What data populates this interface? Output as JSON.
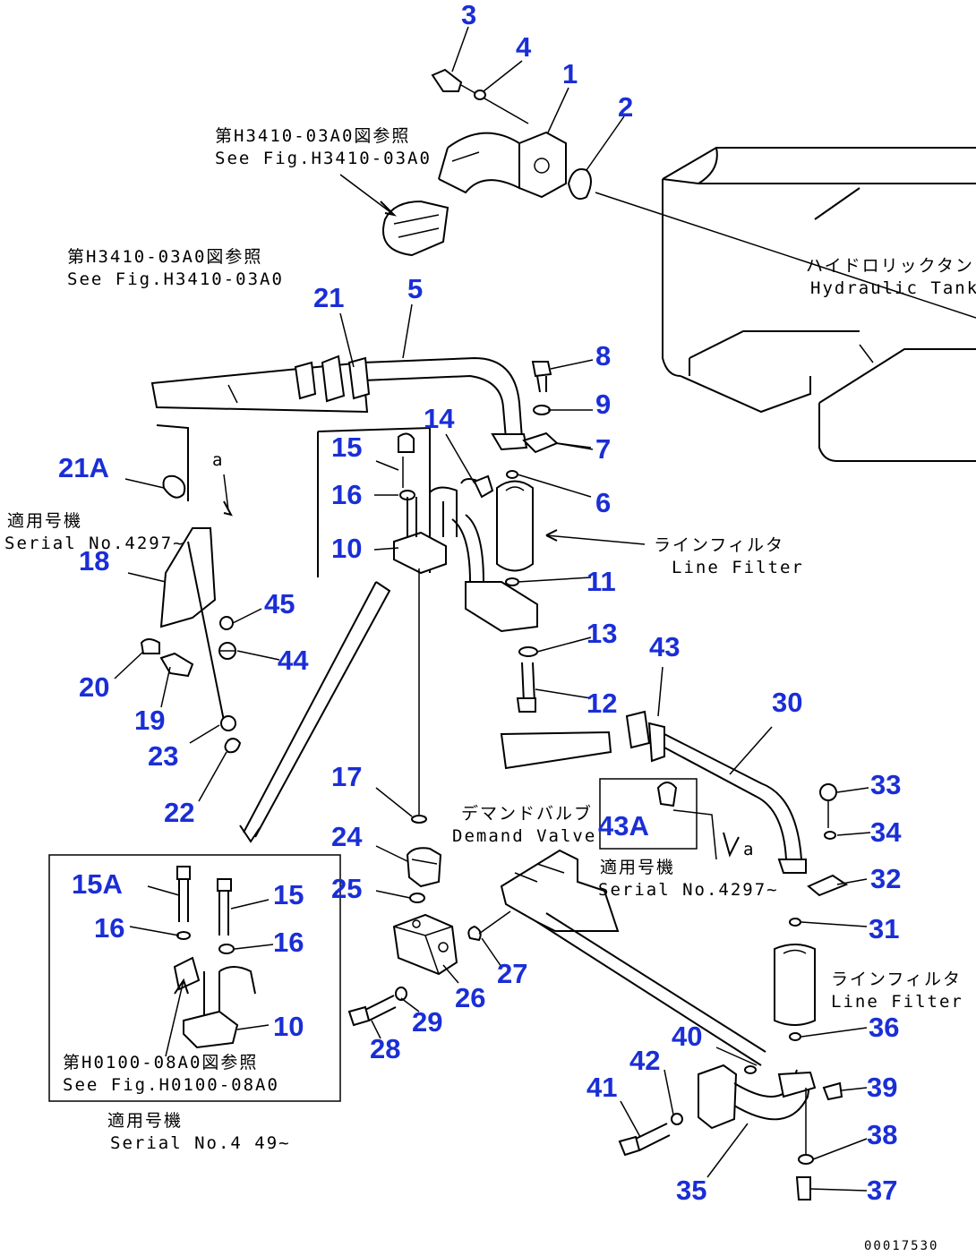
{
  "callouts": [
    {
      "id": "c3",
      "label": "3"
    },
    {
      "id": "c4",
      "label": "4"
    },
    {
      "id": "c1",
      "label": "1"
    },
    {
      "id": "c2",
      "label": "2"
    },
    {
      "id": "c21",
      "label": "21"
    },
    {
      "id": "c5",
      "label": "5"
    },
    {
      "id": "c8",
      "label": "8"
    },
    {
      "id": "c9",
      "label": "9"
    },
    {
      "id": "c7",
      "label": "7"
    },
    {
      "id": "c14",
      "label": "14"
    },
    {
      "id": "c15",
      "label": "15"
    },
    {
      "id": "c16",
      "label": "16"
    },
    {
      "id": "c6",
      "label": "6"
    },
    {
      "id": "c21A",
      "label": "21A"
    },
    {
      "id": "c10",
      "label": "10"
    },
    {
      "id": "c18",
      "label": "18"
    },
    {
      "id": "c11",
      "label": "11"
    },
    {
      "id": "c45",
      "label": "45"
    },
    {
      "id": "c44",
      "label": "44"
    },
    {
      "id": "c13",
      "label": "13"
    },
    {
      "id": "c43",
      "label": "43"
    },
    {
      "id": "c20",
      "label": "20"
    },
    {
      "id": "c12",
      "label": "12"
    },
    {
      "id": "c19",
      "label": "19"
    },
    {
      "id": "c30",
      "label": "30"
    },
    {
      "id": "c23",
      "label": "23"
    },
    {
      "id": "c17",
      "label": "17"
    },
    {
      "id": "c33",
      "label": "33"
    },
    {
      "id": "c22",
      "label": "22"
    },
    {
      "id": "c43A",
      "label": "43A"
    },
    {
      "id": "c34",
      "label": "34"
    },
    {
      "id": "c24",
      "label": "24"
    },
    {
      "id": "c15A",
      "label": "15A"
    },
    {
      "id": "c32",
      "label": "32"
    },
    {
      "id": "c25",
      "label": "25"
    },
    {
      "id": "c15b",
      "label": "15"
    },
    {
      "id": "c31",
      "label": "31"
    },
    {
      "id": "c16b",
      "label": "16"
    },
    {
      "id": "c16c",
      "label": "16"
    },
    {
      "id": "c27",
      "label": "27"
    },
    {
      "id": "c26",
      "label": "26"
    },
    {
      "id": "c29",
      "label": "29"
    },
    {
      "id": "c10b",
      "label": "10"
    },
    {
      "id": "c36",
      "label": "36"
    },
    {
      "id": "c40",
      "label": "40"
    },
    {
      "id": "c28",
      "label": "28"
    },
    {
      "id": "c42",
      "label": "42"
    },
    {
      "id": "c41",
      "label": "41"
    },
    {
      "id": "c39",
      "label": "39"
    },
    {
      "id": "c38",
      "label": "38"
    },
    {
      "id": "c35",
      "label": "35"
    },
    {
      "id": "c37",
      "label": "37"
    }
  ],
  "notes": {
    "ref_top_jp": "第H3410-03A0図参照",
    "ref_top_en": "See Fig.H3410-03A0",
    "ref_left_jp": "第H3410-03A0図参照",
    "ref_left_en": "See Fig.H3410-03A0",
    "tank_jp": "ハイドロリックタンク",
    "tank_en": "Hydraulic Tank",
    "serial1_jp": "適用号機",
    "serial1_en": "Serial No.4297~",
    "linefilter1_jp": "ラインフィルタ",
    "linefilter1_en": "Line Filter",
    "demand_jp": "デマンドバルブ",
    "demand_en": "Demand Valve",
    "serial2_jp": "適用号機",
    "serial2_en": "Serial No.4297~",
    "linefilter2_jp": "ラインフィルタ",
    "linefilter2_en": "Line Filter",
    "ref_box_jp": "第H0100-08A0図参照",
    "ref_box_en": "See Fig.H0100-08A0",
    "serial3_jp": "適用号機",
    "serial3_en": "Serial No.4 49~",
    "arrow_a1": "a",
    "arrow_a2": "a",
    "drawing_no": "00017530"
  },
  "colors": {
    "callout": "#1a2ed6",
    "line": "#000000"
  }
}
